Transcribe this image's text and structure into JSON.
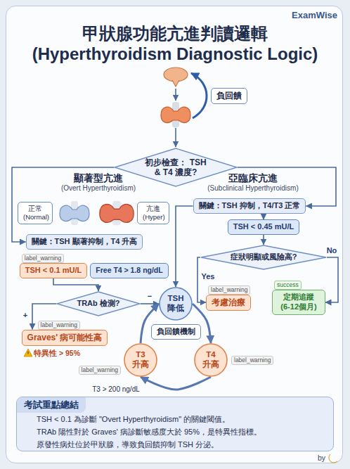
{
  "diagram": {
    "title": "甲狀腺功能亢進判讀邏輯 (Hyperthyroidism Diagnostic Logic)",
    "nodes": [
      {
        "text": [
          "負回饋"
        ]
      },
      {
        "text": [
          "初步檢查： TSH & T4 濃度?"
        ]
      },
      {
        "text": [
          "關鍵：TSH 抑制，T4/T3 正常"
        ]
      },
      {
        "text": [
          "正常 (Normal)"
        ]
      },
      {
        "text": [
          "亢進 (Hyper)"
        ]
      },
      {
        "text": [
          "TSH < 0.45 mU/L"
        ]
      },
      {
        "text": [
          "關鍵：TSH 顯著抑制，T4 升高"
        ]
      },
      {
        "text": [
          "症狀明顯或風險高?"
        ]
      },
      {
        "text": [
          "label_warning",
          "TSH < 0.1 mU/L"
        ]
      },
      {
        "text": [
          "Free T4 > 1.8 ng/dL"
        ]
      },
      {
        "text": [
          "label_warning",
          "考慮治療"
        ]
      },
      {
        "text": [
          "success",
          "定期追蹤 (6-12個月)"
        ]
      },
      {
        "text": [
          "TRAb 檢測?"
        ]
      },
      {
        "text": [
          "TSH 降低"
        ]
      },
      {
        "text": [
          "負回饋機制"
        ]
      },
      {
        "text": [
          "label_warning",
          "Graves' 病可能性高"
        ]
      },
      {
        "text": [
          "label_warning",
          "T3 升高"
        ]
      },
      {
        "text": [
          "T4 升高",
          "label_warning"
        ]
      },
      {
        "text": [
          "考試重點總結",
          "TSH < 0.1 為診斷 \"Overt Hyperthyroidism\" 的關鍵閾值。",
          "TRAb 陽性對於 Graves' 病診斷敏感度大於 95%，是特異性指標。",
          "原發性病灶位於甲狀腺，導致負回饋抑制 TSH 分泌。"
        ]
      }
    ],
    "edges": [
      {
        "from": 1,
        "to": 6,
        "arrow": "to"
      },
      {
        "from": 1,
        "to": 2,
        "arrow": "to"
      },
      {
        "from": 2,
        "to": 5,
        "arrow": "to"
      },
      {
        "from": 2,
        "to": 13,
        "arrow": "to"
      },
      {
        "from": 5,
        "to": 7,
        "arrow": "to"
      },
      {
        "from": 7,
        "to": 10,
        "label": "Yes",
        "arrow": "to"
      },
      {
        "from": 7,
        "to": 11,
        "label": "No",
        "arrow": "to"
      },
      {
        "from": 8,
        "to": 12,
        "arrow": "to"
      },
      {
        "from": 12,
        "to": 13,
        "label": "−",
        "arrow": "to"
      },
      {
        "from": 12,
        "to": 15,
        "label": "+",
        "arrow": "to"
      },
      {
        "from": 13,
        "to": 17,
        "arrow": "to"
      },
      {
        "from": 17,
        "to": 16,
        "arrow": "to"
      },
      {
        "from": 16,
        "to": 13,
        "arrow": "to"
      }
    ],
    "labels": [
      "ExamWise",
      "顯著型亢進",
      "(Overt Hyperthyroidism)",
      "亞臨床亢進",
      "(Subclinical Hyperthyroidism)",
      "特異性 > 95%",
      "T3 > 200 ng/dL",
      "by"
    ]
  }
}
